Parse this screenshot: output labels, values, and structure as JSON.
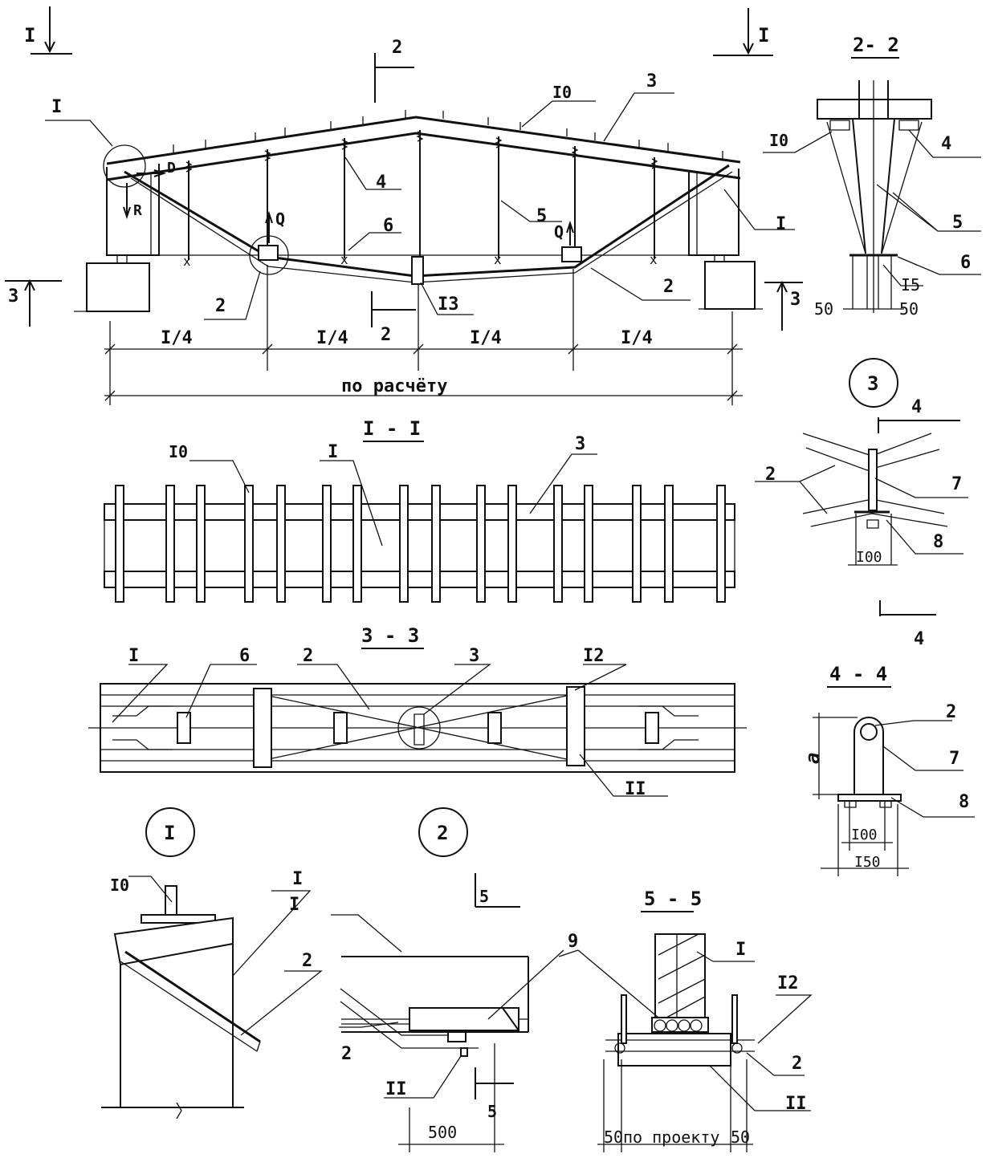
{
  "marks": {
    "I": "I",
    "n2": "2",
    "n3": "3",
    "n4": "4",
    "n5": "5",
    "n6": "6",
    "n7": "7",
    "n8": "8",
    "n9": "9",
    "I0": "I0",
    "II": "II",
    "I2": "I2",
    "I3": "I3",
    "I5": "I5",
    "Q": "Q",
    "R": "R",
    "D": "D",
    "a": "a"
  },
  "dimensions": {
    "quarter": "I/4",
    "total": "по расчёту",
    "d50": "50",
    "d100": "I00",
    "d150": "I50",
    "d500": "500",
    "d50a": "50",
    "project": "по проекту",
    "d50b": "50"
  },
  "section_titles": {
    "s22": "2- 2",
    "sI": "I - I",
    "s33": "3 - 3",
    "s44": "4 - 4",
    "s55": "5 - 5"
  },
  "callouts": {
    "c1": "I",
    "c2": "2",
    "c3": "3"
  }
}
